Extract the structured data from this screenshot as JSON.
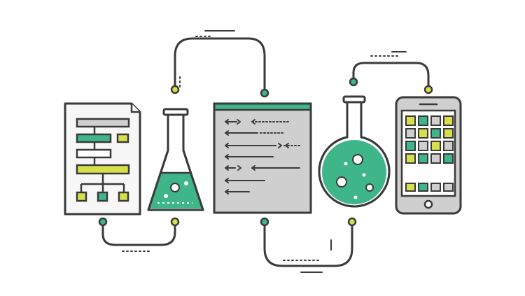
{
  "illustration": {
    "theme": "lab-to-app development process",
    "colors": {
      "outline": "#3a3a3a",
      "green": "#3fb58a",
      "lime": "#d7e04a",
      "gray_fill": "#cfcfcf",
      "paper": "#f7f7f7",
      "background": "#ffffff"
    },
    "icons": [
      "flowchart-document-icon",
      "erlenmeyer-flask-icon",
      "code-window-icon",
      "round-flask-icon",
      "smartphone-icon"
    ],
    "connectors": [
      "document-to-flask-connector",
      "flask-to-code-connector",
      "code-to-round-flask-connector",
      "round-flask-to-phone-connector"
    ],
    "phone_grid_cells": [
      "lime",
      "green",
      "gray",
      "lime",
      "gray",
      "lime",
      "green",
      "lime",
      "green",
      "gray",
      "lime",
      "gray",
      "lime",
      "green",
      "gray",
      "green"
    ]
  }
}
